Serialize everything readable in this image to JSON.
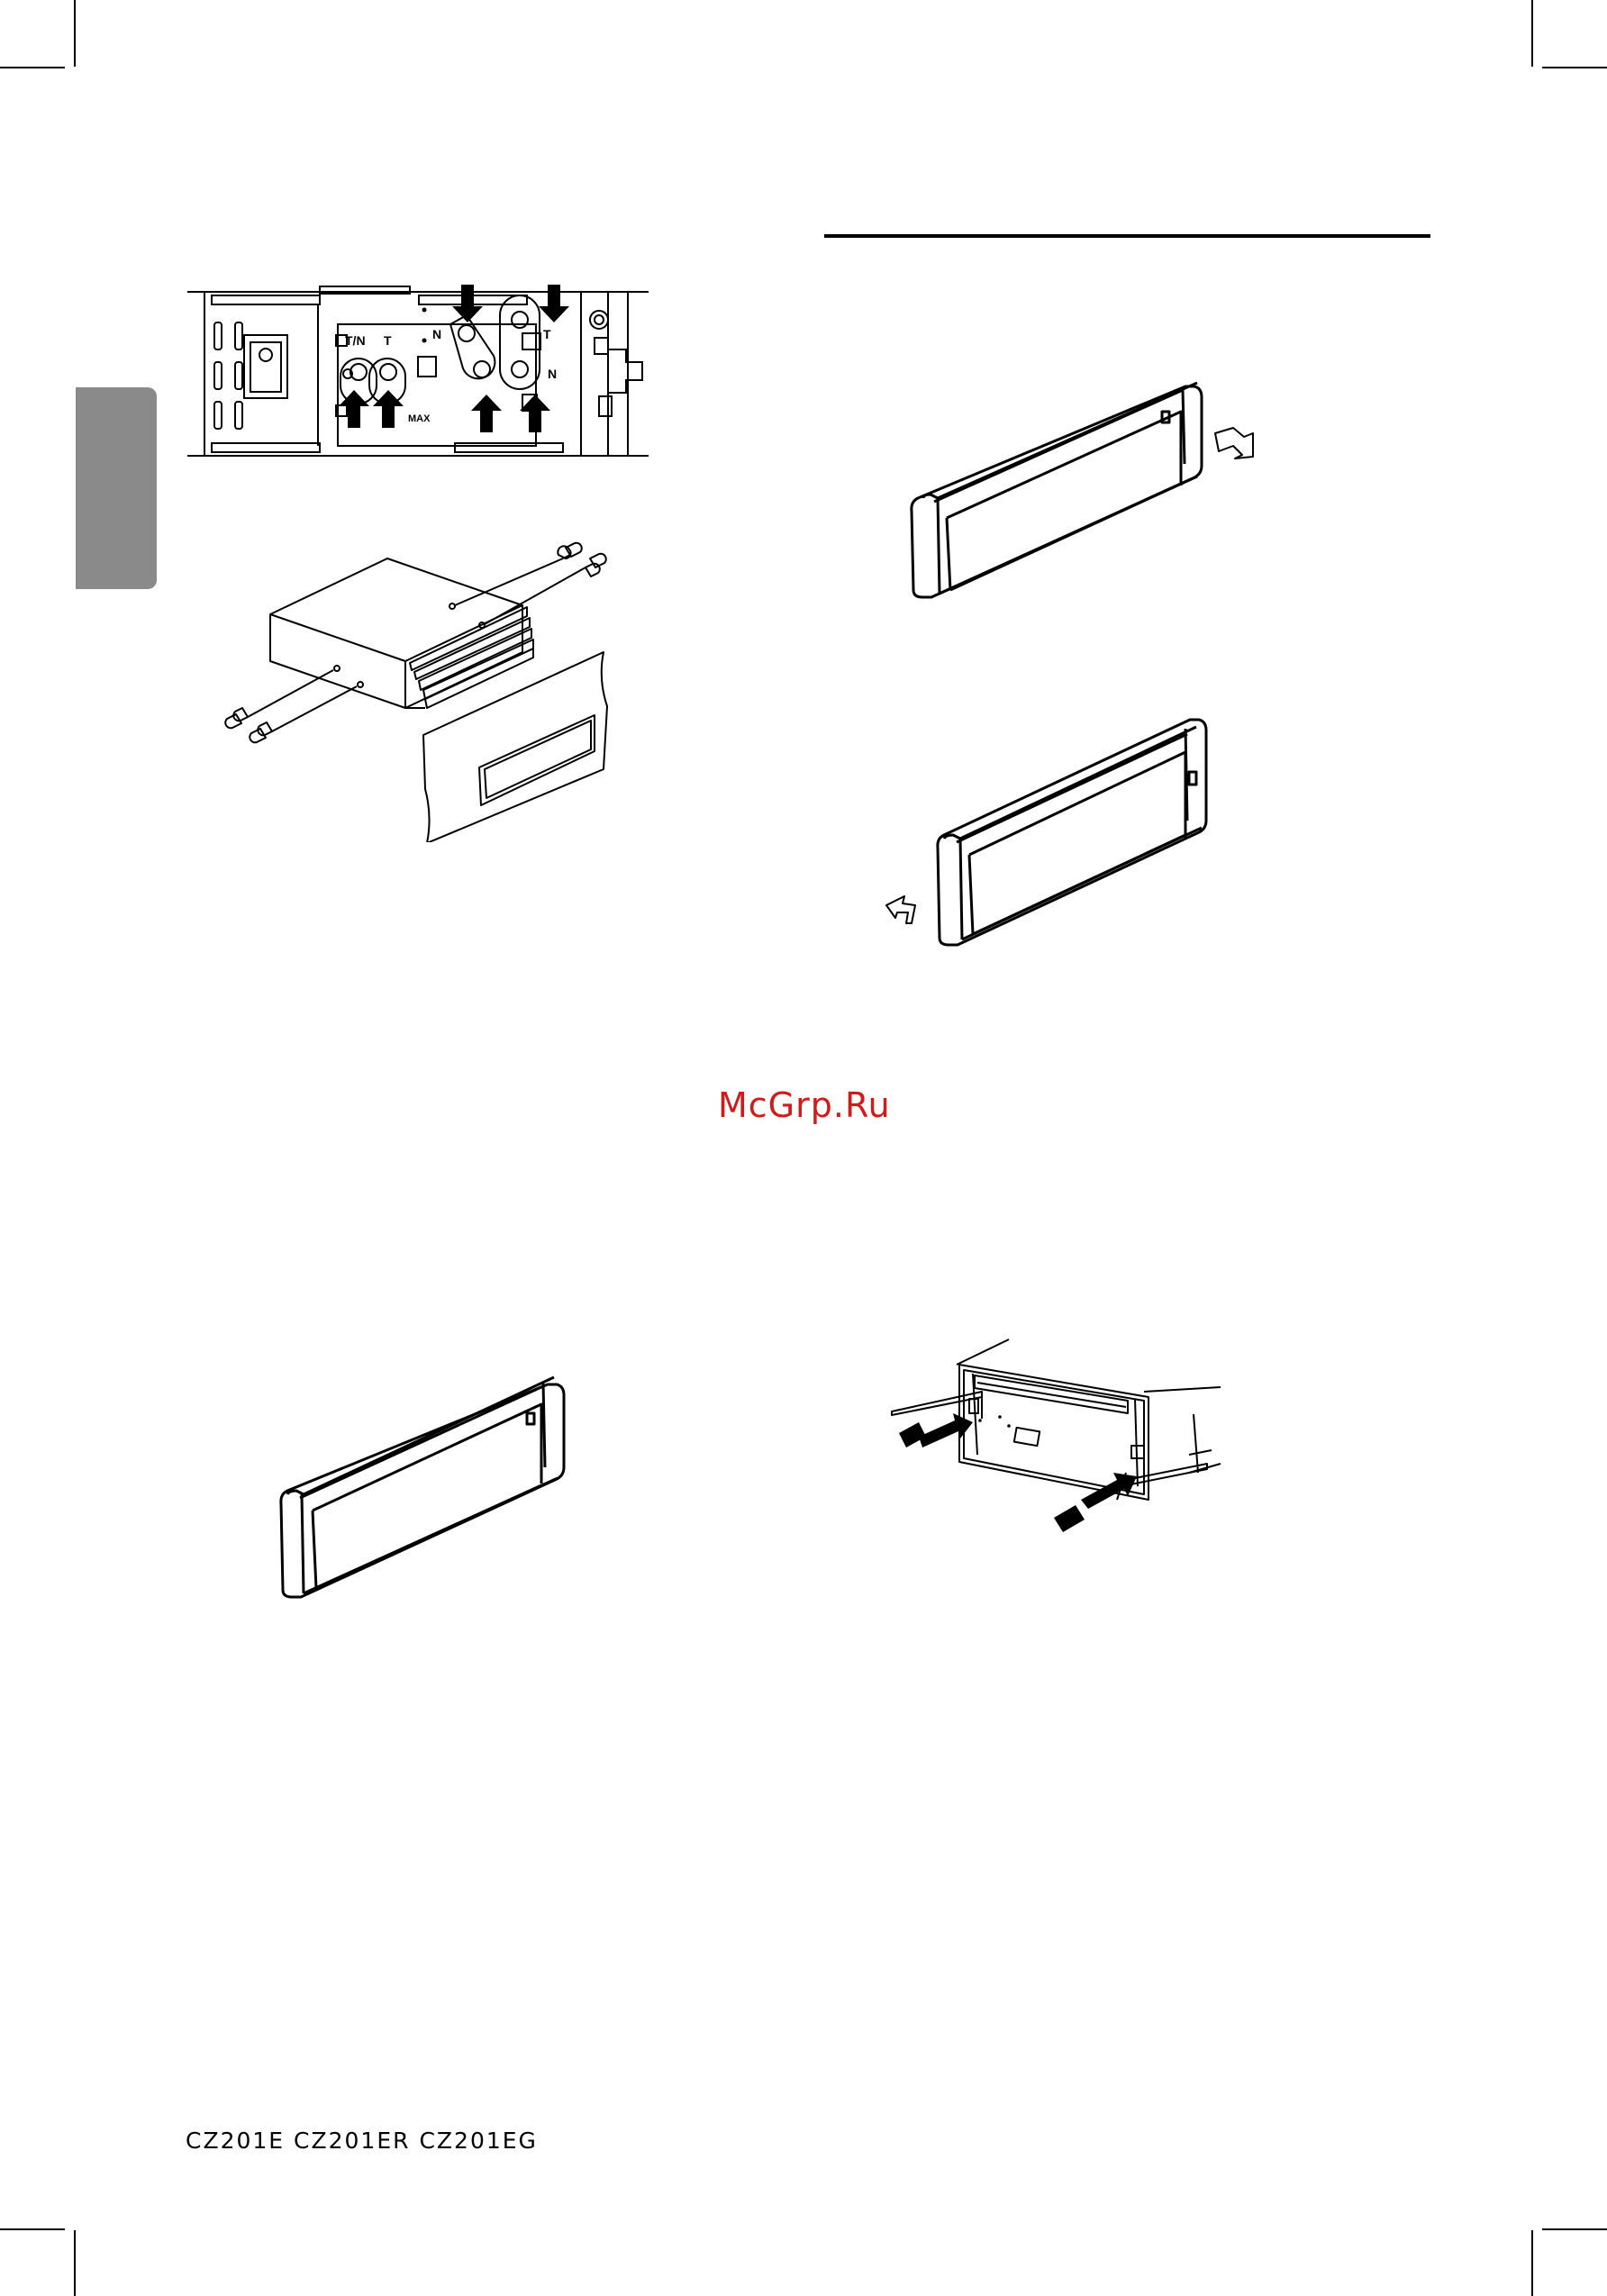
{
  "page": {
    "watermark": "McGrp.Ru",
    "model_footer": "CZ201E  CZ201ER  CZ201EG"
  },
  "bracket_figure": {
    "labels": {
      "t_n": "T/N",
      "t1": "T",
      "n_left": "N",
      "t2": "T",
      "n_right": "N",
      "max": "MAX"
    }
  },
  "colors": {
    "ink": "#000000",
    "tab_gray": "#8a8a8a",
    "watermark_red": "#d11a1a"
  }
}
